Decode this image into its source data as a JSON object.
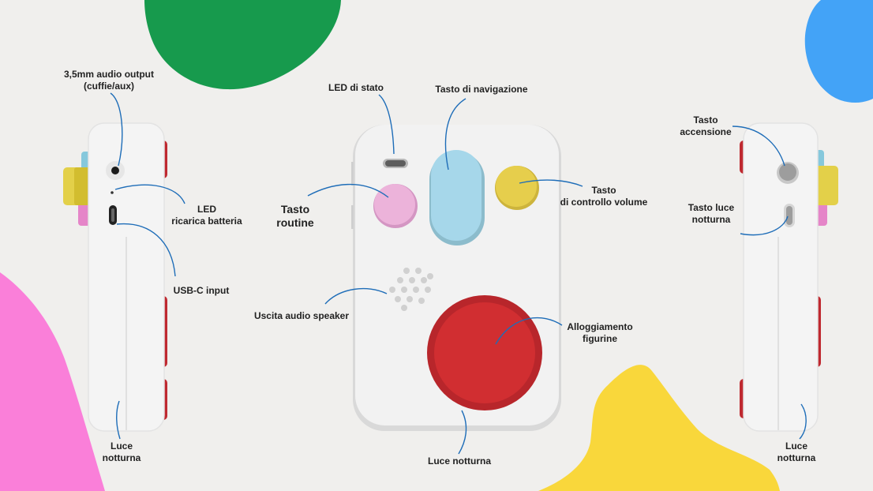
{
  "colors": {
    "background": "#f0efed",
    "blob_green": "#179a4d",
    "blob_blue": "#43a3f7",
    "blob_pink": "#fa7fd9",
    "blob_yellow": "#f9d73b",
    "device_body": "#f4f4f4",
    "device_edge": "#d8d8d8",
    "red": "#cc2a2d",
    "yellow_button": "#e4cc49",
    "pink_button": "#e9aed6",
    "blue_button": "#9fd2e6",
    "callout_line": "#1e6db8"
  },
  "labels": {
    "audio_output": [
      "3,5mm audio output",
      "(cuffie/aux)"
    ],
    "led_ricarica": [
      "LED",
      "ricarica batteria"
    ],
    "usbc_input": "USB-C input",
    "luce_notturna_left": [
      "Luce",
      "notturna"
    ],
    "led_stato": "LED di stato",
    "tasto_navigazione": "Tasto di navigazione",
    "tasto_routine": [
      "Tasto",
      "routine"
    ],
    "tasto_volume": [
      "Tasto",
      "di controllo volume"
    ],
    "uscita_audio": "Uscita audio speaker",
    "alloggiamento": [
      "Alloggiamento",
      "figurine"
    ],
    "luce_notturna_center": "Luce notturna",
    "tasto_accensione": [
      "Tasto",
      "accensione"
    ],
    "tasto_luce": [
      "Tasto luce",
      "notturna"
    ],
    "luce_notturna_right": [
      "Luce",
      "notturna"
    ]
  }
}
